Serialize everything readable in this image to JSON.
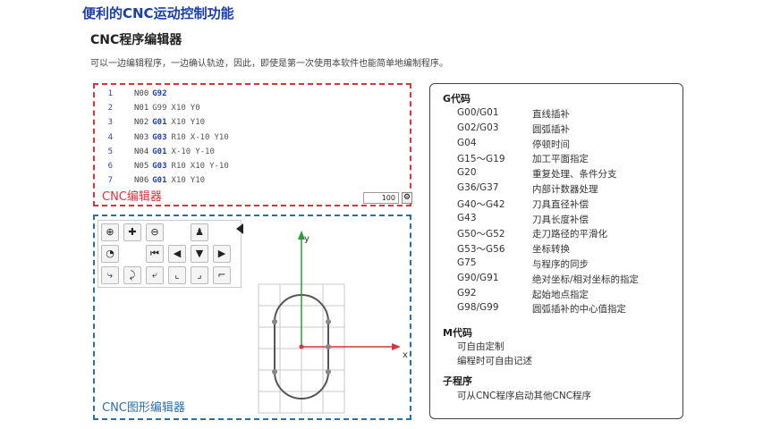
{
  "heading": "便利的CNC运动控制功能",
  "subheading": "CNC程序编辑器",
  "description": "可以一边编辑程序，一边确认轨迹，因此，即使是第一次使用本软件也能简单地编制程序。",
  "code_editor": {
    "label": "CNC编辑器",
    "zoom_value": "100",
    "lines": [
      {
        "num": "1",
        "n": "N00",
        "tokens": [
          {
            "t": "G92",
            "g": true
          }
        ]
      },
      {
        "num": "2",
        "n": "N01",
        "tokens": [
          {
            "t": "G99",
            "g": false
          },
          {
            "t": "X10",
            "g": false
          },
          {
            "t": "Y0",
            "g": false
          }
        ]
      },
      {
        "num": "3",
        "n": "N02",
        "tokens": [
          {
            "t": "G01",
            "g": true
          },
          {
            "t": "X10",
            "g": false
          },
          {
            "t": "Y10",
            "g": false
          }
        ]
      },
      {
        "num": "4",
        "n": "N03",
        "tokens": [
          {
            "t": "G03",
            "g": true
          },
          {
            "t": "R10",
            "g": false
          },
          {
            "t": "X-10",
            "g": false
          },
          {
            "t": "Y10",
            "g": false
          }
        ]
      },
      {
        "num": "5",
        "n": "N04",
        "tokens": [
          {
            "t": "G01",
            "g": true
          },
          {
            "t": "X-10",
            "g": false
          },
          {
            "t": "Y-10",
            "g": false
          }
        ]
      },
      {
        "num": "6",
        "n": "N05",
        "tokens": [
          {
            "t": "G03",
            "g": true
          },
          {
            "t": "R10",
            "g": false
          },
          {
            "t": "X10",
            "g": false
          },
          {
            "t": "Y-10",
            "g": false
          }
        ]
      },
      {
        "num": "7",
        "n": "N06",
        "tokens": [
          {
            "t": "G01",
            "g": true
          },
          {
            "t": "X10",
            "g": false
          },
          {
            "t": "Y10",
            "g": false
          }
        ]
      }
    ]
  },
  "graphic_editor": {
    "label": "CNC图形编辑器",
    "axis_x": "x",
    "axis_y": "y",
    "tool_icons": [
      "zoom-in-icon",
      "pan-icon",
      "zoom-out-icon",
      "blank",
      "person-icon",
      "blank",
      "arc-icon",
      "blank",
      "start-icon",
      "back-icon",
      "stop-icon",
      "forward-icon",
      "curve-left-icon",
      "curve-mid-icon",
      "curve-right-icon",
      "corner-1-icon",
      "corner-2-icon",
      "corner-3-icon"
    ]
  },
  "reference": {
    "g_title": "G代码",
    "g_codes": [
      {
        "code": "G00/G01",
        "desc": "直线插补"
      },
      {
        "code": "G02/G03",
        "desc": "圆弧插补"
      },
      {
        "code": "G04",
        "desc": "停顿时间"
      },
      {
        "code": "G15～G19",
        "desc": "加工平面指定"
      },
      {
        "code": "G20",
        "desc": "重复处理、条件分支"
      },
      {
        "code": "G36/G37",
        "desc": "内部计数器处理"
      },
      {
        "code": "G40～G42",
        "desc": "刀具直径补偿"
      },
      {
        "code": "G43",
        "desc": "刀具长度补偿"
      },
      {
        "code": "G50～G52",
        "desc": "走刀路径的平滑化"
      },
      {
        "code": "G53～G56",
        "desc": "坐标转换"
      },
      {
        "code": "G75",
        "desc": "与程序的同步"
      },
      {
        "code": "G90/G91",
        "desc": "绝对坐标/相对坐标的指定"
      },
      {
        "code": "G92",
        "desc": "起始地点指定"
      },
      {
        "code": "G98/G99",
        "desc": "圆弧插补的中心值指定"
      }
    ],
    "m_title": "M代码",
    "m_items": [
      "可自由定制",
      "编程时可自由记述"
    ],
    "sub_title": "子程序",
    "sub_items": [
      "可从CNC程序启动其他CNC程序"
    ]
  }
}
